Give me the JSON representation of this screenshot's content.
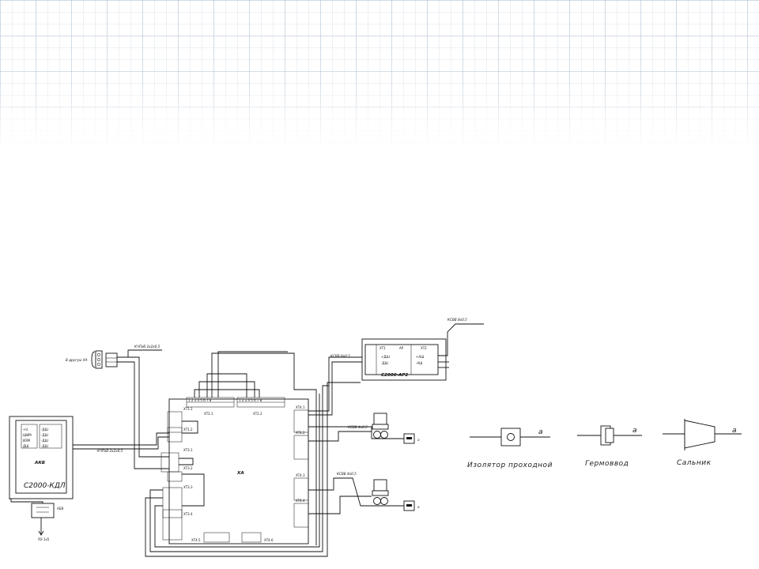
{
  "colors": {
    "grid_minor": "#cfdae5",
    "grid_major": "#b4c4d4",
    "line": "#111111",
    "background": "#ffffff"
  },
  "cable_labels": {
    "k1": "КЧПэВ 2х2х0,5",
    "k2": "КЧПэВ 2х2х0,5",
    "k3": "КСВВ 8х0,5",
    "k4": "КСВВ 8х0,5",
    "k5": "КСВВ 4х0,5",
    "k6": "КСВВ 4х0,5"
  },
  "labels": {
    "to_group": "В другую ХА",
    "main_box": "ХА",
    "kdl_title": "С2000-КДЛ",
    "kdl_sub": "АКБ",
    "ar_title": "С2000-АР2",
    "ar_head_left": "ХТ1",
    "ar_head_mid": "АР",
    "ar_head_right": "ХТ2",
    "ar_rows": [
      "+ДШ",
      "-ДШ",
      "+АШ",
      "-АШ"
    ],
    "kdl_rows": [
      "+U",
      "ШИМ",
      "ИЗМ",
      "ДШ"
    ],
    "kdl_right_rows": [
      "-ДШ",
      "-ДШ",
      "-ДШ",
      "-ДШ"
    ],
    "abv_top": "АБВ",
    "abv_bottom": "ЯЭ 1х5",
    "xt_top_left": "ХТ2.1",
    "xt_top_right": "ХТ2.2",
    "xt_left": [
      "ХТ1.1",
      "ХТ1.2",
      "ХТ3.1",
      "ХТ3.2",
      "ХТ3.3",
      "ХТ3.4"
    ],
    "xt_right": [
      "ХТ4.1",
      "ХТ4.2",
      "ХТ4.3",
      "ХТ4.4"
    ],
    "xt_bottom": [
      "ХТ4.5",
      "ХТ4.6"
    ],
    "device_a": "а",
    "device_b": "а"
  },
  "legend": {
    "items": [
      {
        "caption": "Изолятор проходной",
        "letter": "а"
      },
      {
        "caption": "Гермоввод",
        "letter": "а"
      },
      {
        "caption": "Сальник",
        "letter": "а"
      }
    ]
  }
}
